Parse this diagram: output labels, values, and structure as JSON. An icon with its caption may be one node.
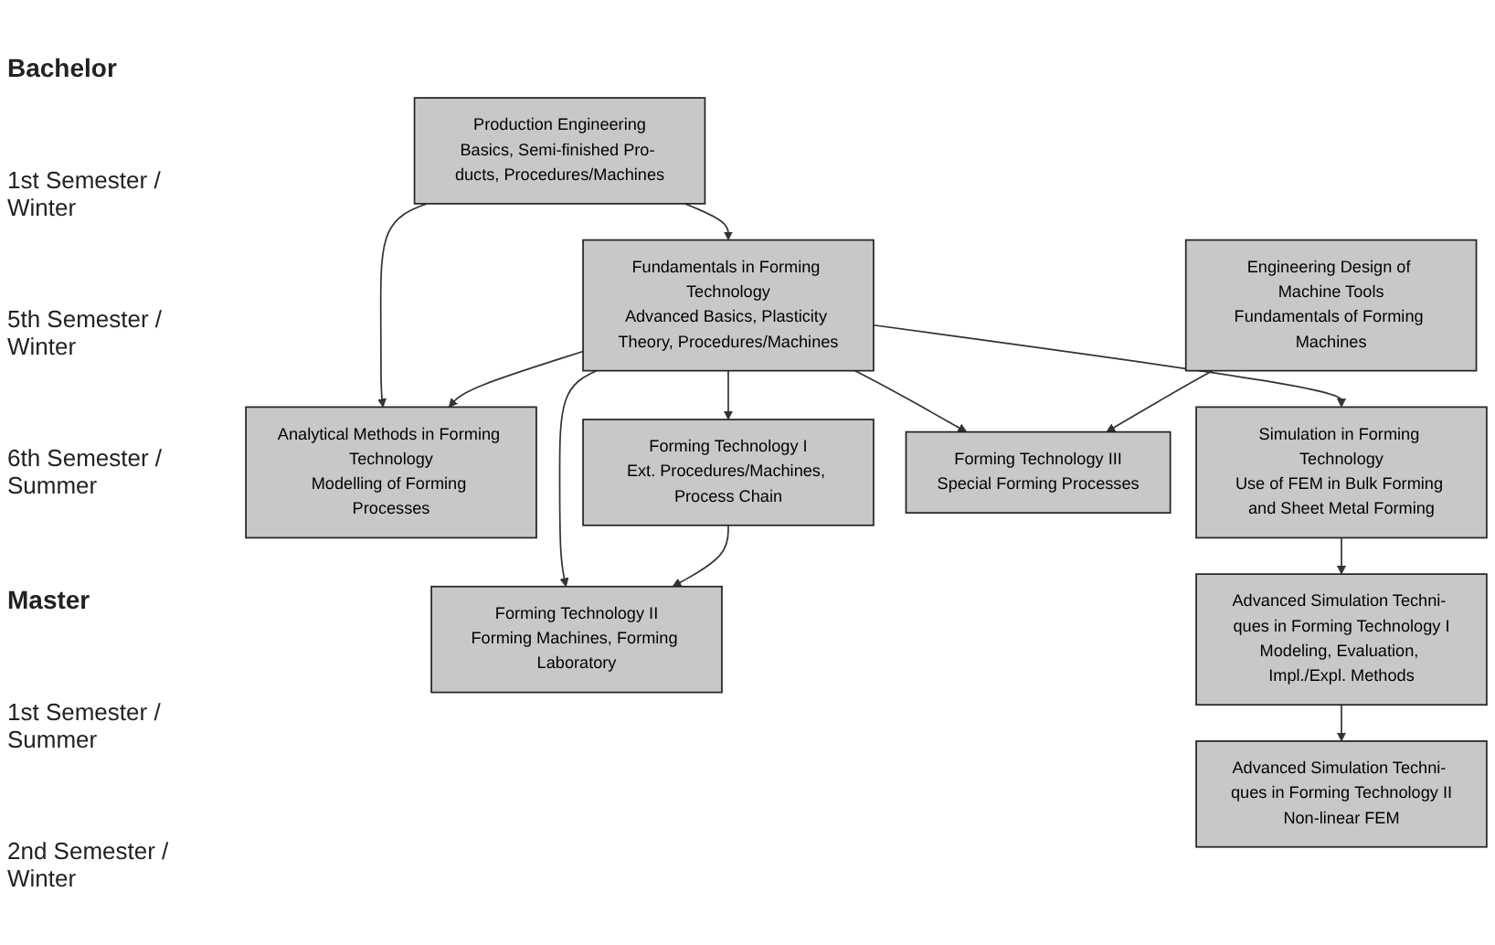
{
  "diagram": {
    "nodes": [
      {
        "text": [
          "Production Engineering",
          "Basics, Semi-finished Pro- ducts, Procedures/Machines"
        ]
      },
      {
        "text": [
          "Fundamentals in Forming Technology",
          "Advanced Basics, Plasticity Theory, Procedures/Machines"
        ]
      },
      {
        "text": [
          "Analytical Methods in Forming Technology",
          "Modelling of Forming Processes"
        ]
      },
      {
        "text": [
          "Engineering Design of Machine Tools",
          "Fundamentals of Forming Machines"
        ]
      },
      {
        "text": [
          "Forming Technology I",
          "Ext. Procedures/Machines, Process Chain"
        ]
      },
      {
        "text": [
          "Simulation in Forming Technology",
          "Use of FEM in Bulk Forming and Sheet Metal Forming"
        ]
      },
      {
        "text": [
          "Forming Technology II",
          "Forming Machines, Forming Laboratory"
        ]
      },
      {
        "text": [
          "Advanced Simulation Techni- ques in Forming Technology I",
          "Modeling, Evaluation, Impl./Expl. Methods"
        ]
      },
      {
        "text": [
          "Forming Technology III",
          "Special Forming Processes"
        ]
      },
      {
        "text": [
          "Advanced Simulation Techni- ques in Forming Technology II",
          "Non-linear FEM"
        ]
      }
    ],
    "edges": [
      {
        "from": 0,
        "to": 1,
        "arrow": "to"
      },
      {
        "from": 0,
        "to": 2,
        "arrow": "to"
      },
      {
        "from": 1,
        "to": 2,
        "arrow": "to"
      },
      {
        "from": 1,
        "to": 5,
        "arrow": "to"
      },
      {
        "from": 1,
        "to": 4,
        "arrow": "to"
      },
      {
        "from": 1,
        "to": 6,
        "arrow": "to"
      },
      {
        "from": 1,
        "to": 8,
        "arrow": "to"
      },
      {
        "from": 3,
        "to": 8,
        "arrow": "to"
      },
      {
        "from": 4,
        "to": 6,
        "arrow": "to"
      },
      {
        "from": 5,
        "to": 7,
        "arrow": "to"
      },
      {
        "from": 7,
        "to": 9,
        "arrow": "to"
      }
    ],
    "labels": [
      "Bachelor",
      "1st Semester / Winter",
      "5th Semester / Winter",
      "6th Semester / Summer",
      "Master",
      "1st Semester / Summer",
      "2nd Semester / Winter"
    ]
  }
}
